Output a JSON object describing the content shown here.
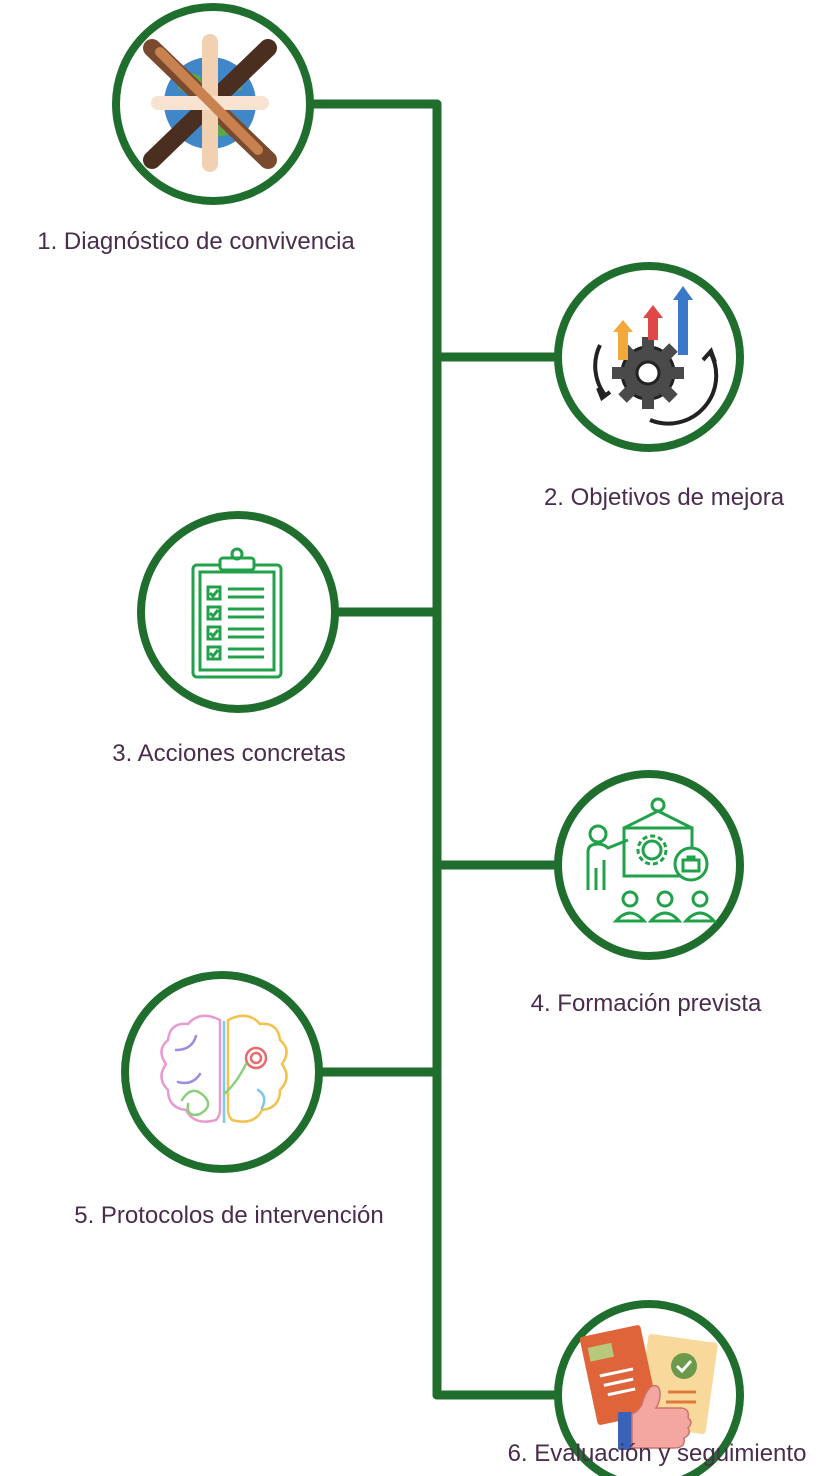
{
  "steps": [
    {
      "label": "1. Diagnóstico de convivencia",
      "icon": "hands-globe-icon"
    },
    {
      "label": "2. Objetivos de mejora",
      "icon": "growth-gear-icon"
    },
    {
      "label": "3. Acciones concretas",
      "icon": "clipboard-checklist-icon"
    },
    {
      "label": "4. Formación prevista",
      "icon": "training-presentation-icon"
    },
    {
      "label": "5. Protocolos de intervención",
      "icon": "brain-icon"
    },
    {
      "label": "6. Evaluación y seguimiento",
      "icon": "evaluation-thumbs-up-icon"
    }
  ],
  "colors": {
    "connector": "#1f6e2e",
    "circle_stroke": "#1f6e2e",
    "label_text": "#4a2c4c"
  }
}
